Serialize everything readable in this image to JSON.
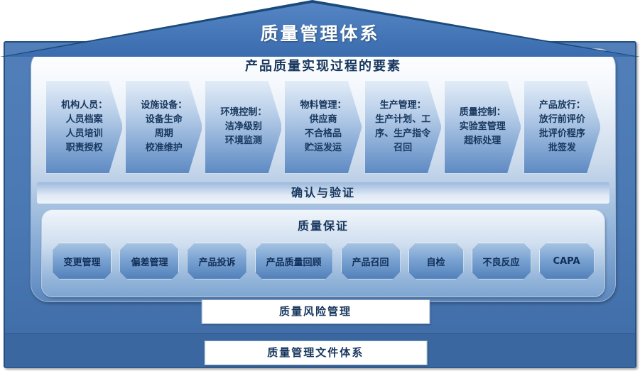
{
  "title": "质量管理体系",
  "process_panel": {
    "header": "产品质量实现过程的要素",
    "arrows": [
      {
        "lines": [
          "机构人员：",
          "人员档案",
          "人员培训",
          "职责授权"
        ]
      },
      {
        "lines": [
          "设施设备：",
          "设备生命",
          "周期",
          "校准维护"
        ]
      },
      {
        "lines": [
          "环境控制：",
          "洁净级别",
          "环境监测"
        ]
      },
      {
        "lines": [
          "物料管理：",
          "供应商",
          "不合格品",
          "贮运发运"
        ]
      },
      {
        "lines": [
          "生产管理：",
          "生产计划、工",
          "序、生产指令",
          "召回"
        ]
      },
      {
        "lines": [
          "质量控制：",
          "实验室管理",
          "超标处理"
        ]
      },
      {
        "lines": [
          "产品放行：",
          "放行前评价",
          "批评价程序",
          "批签发"
        ]
      }
    ],
    "validation_band": "确认与验证"
  },
  "qa_panel": {
    "header": "质量保证",
    "badges": [
      "变更管理",
      "偏差管理",
      "产品投诉",
      "产品质量回顾",
      "产品召回",
      "自检",
      "不良反应",
      "CAPA"
    ]
  },
  "bottom_bars": [
    {
      "label": "质量风险管理"
    },
    {
      "label": "质量管理文件体系"
    }
  ],
  "colors": {
    "roof": "#3a6cae",
    "body": "#4a78b2",
    "panel_top": "#ffffff",
    "panel_bottom": "#5c88bf",
    "arrow_fill": "#7fa4d2",
    "text_dark": "#17375e",
    "bar_background": "#ffffff"
  }
}
